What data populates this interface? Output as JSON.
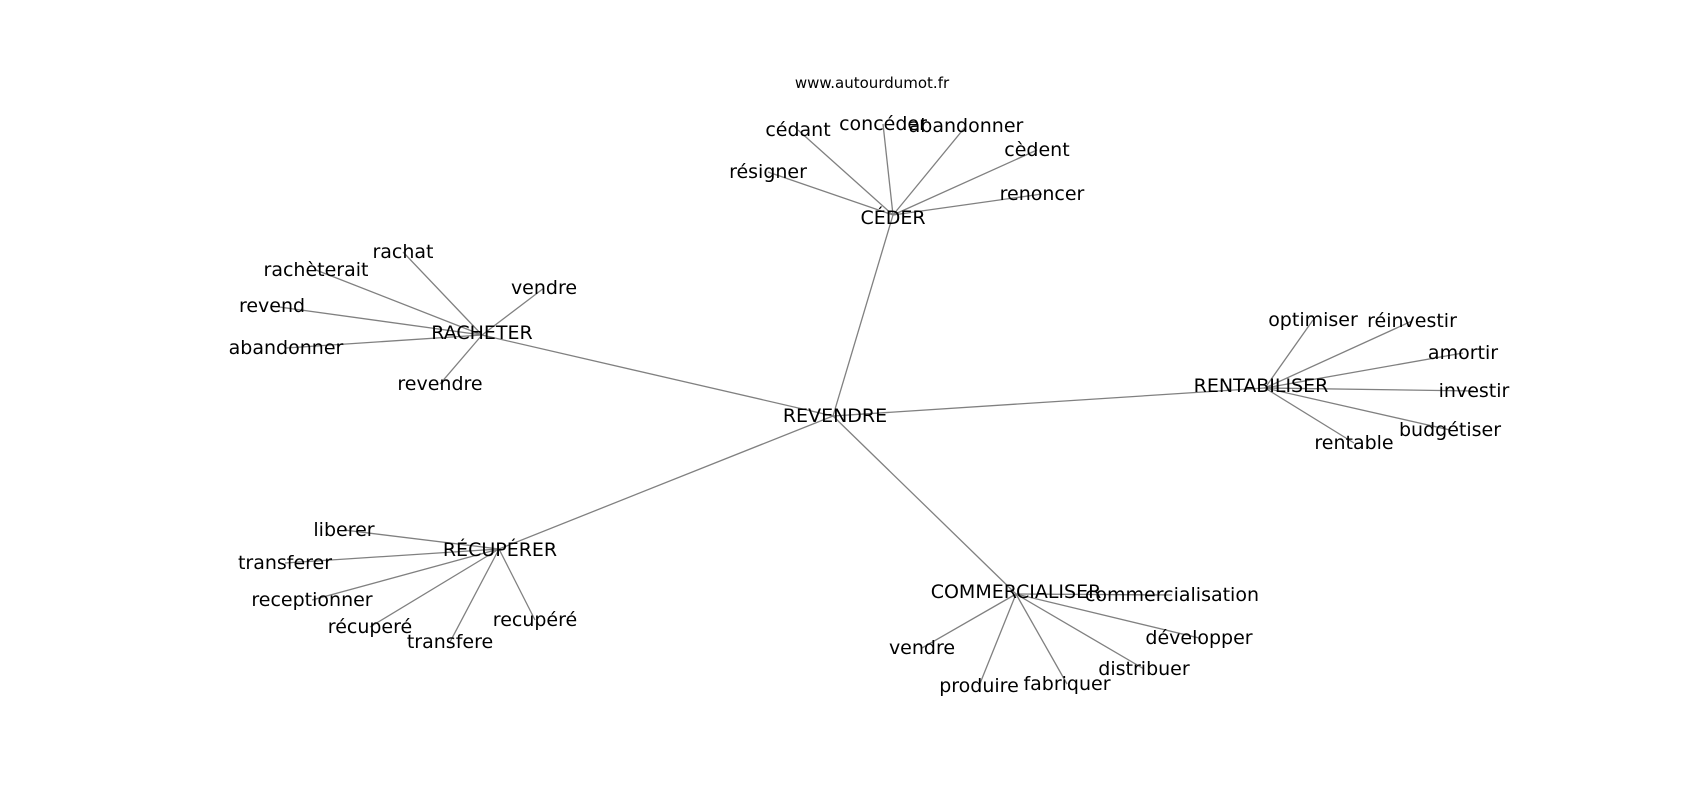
{
  "source_label": "www.autourdumot.fr",
  "center": "REVENDRE",
  "clusters": [
    {
      "word": "CÉDER",
      "associations": [
        "cédant",
        "concéder",
        "abandonner",
        "cèdent",
        "résigner",
        "renoncer"
      ]
    },
    {
      "word": "RACHETER",
      "associations": [
        "rachat",
        "rachèterait",
        "vendre",
        "revend",
        "abandonner",
        "revendre"
      ]
    },
    {
      "word": "RENTABILISER",
      "associations": [
        "optimiser",
        "réinvestir",
        "amortir",
        "investir",
        "budgétiser",
        "rentable"
      ]
    },
    {
      "word": "RÉCUPÉRER",
      "associations": [
        "liberer",
        "transferer",
        "receptionner",
        "récuperé",
        "transfere",
        "recupéré"
      ]
    },
    {
      "word": "COMMERCIALISER",
      "associations": [
        "commercialisation",
        "développer",
        "distribuer",
        "fabriquer",
        "produire",
        "vendre"
      ]
    }
  ]
}
